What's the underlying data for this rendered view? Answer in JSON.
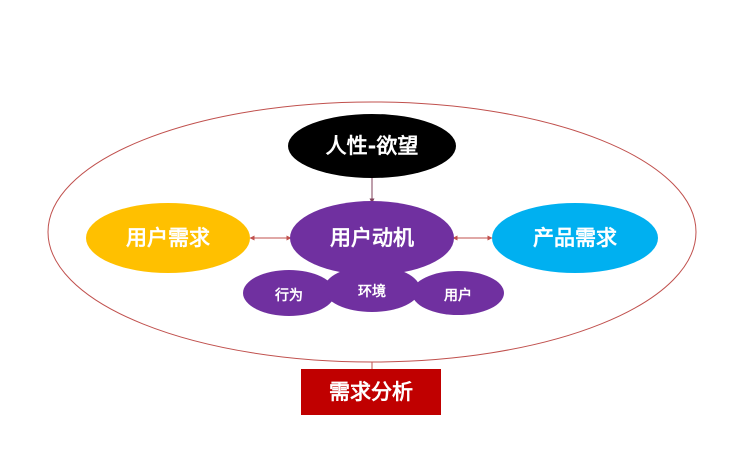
{
  "diagram": {
    "nodes": {
      "human_nature": "人性-欲望",
      "user_motivation": "用户动机",
      "user_needs": "用户需求",
      "product_needs": "产品需求",
      "behavior": "行为",
      "environment": "环境",
      "user": "用户",
      "needs_analysis": "需求分析"
    },
    "colors": {
      "human_nature": "#000000",
      "purple": "#7030a0",
      "user_needs": "#ffc000",
      "product_needs": "#00b0f0",
      "needs_analysis": "#c00000",
      "outline": "#c0504d"
    }
  }
}
